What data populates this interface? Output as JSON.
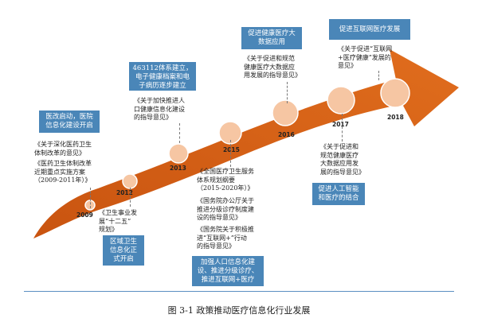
{
  "milestones": [
    {
      "year": "2009",
      "milestone_text": "医改启动，医院\n信息化建设开启",
      "documents": [
        "《关于深化医药卫生\n体制改革的意见》",
        "《医药卫生体制改革\n近期重点实施方案\n（2009-2011年）》"
      ]
    },
    {
      "year": "2012",
      "milestone_text": "区域卫生\n信息化正\n式开启",
      "documents": [
        "《卫生事业发\n展“十二五”\n规划》"
      ]
    },
    {
      "year": "2013",
      "milestone_text": "463112体系建立，\n电子健康档案和电\n子病历逐步建立",
      "documents": [
        "《关于加快推进人\n口健康信息化建设\n的指导意见》"
      ]
    },
    {
      "year": "2015",
      "milestone_text": "加强人口信息化建\n设、推进分级诊疗、\n推进互联网+医疗",
      "documents": [
        "《全国医疗卫生服务\n体系规划纲要\n（2015-2020年）》",
        "《国务院办公厅关于\n推进分级诊疗制度建\n设的指导意见》",
        "《国务院关于积极推\n进“互联网+”行动\n的指导意见》"
      ]
    },
    {
      "year": "2016",
      "milestone_text": "促进健康医疗大\n数据应用",
      "documents": [
        "《关于促进和规范\n健康医疗大数据应\n用发展的指导意见》"
      ]
    },
    {
      "year": "2017",
      "milestone_text": "促进人工智能\n和医疗的结合",
      "documents": [
        "《关于促进和\n规范健康医疗\n大数据应用发\n展的指导意见》"
      ]
    },
    {
      "year": "2018",
      "milestone_text": "促进互联网医疗发展",
      "documents": [
        "《关于促进“互联网\n+医疗健康”发展的\n意见》"
      ]
    }
  ],
  "caption": "图 3-1  政策推动医疗信息化行业发展",
  "colors": {
    "arrow": "#d25d14",
    "box": "#4a86b8",
    "circle": "#f6c6a3",
    "caption_rule": "#5b8fc2"
  }
}
